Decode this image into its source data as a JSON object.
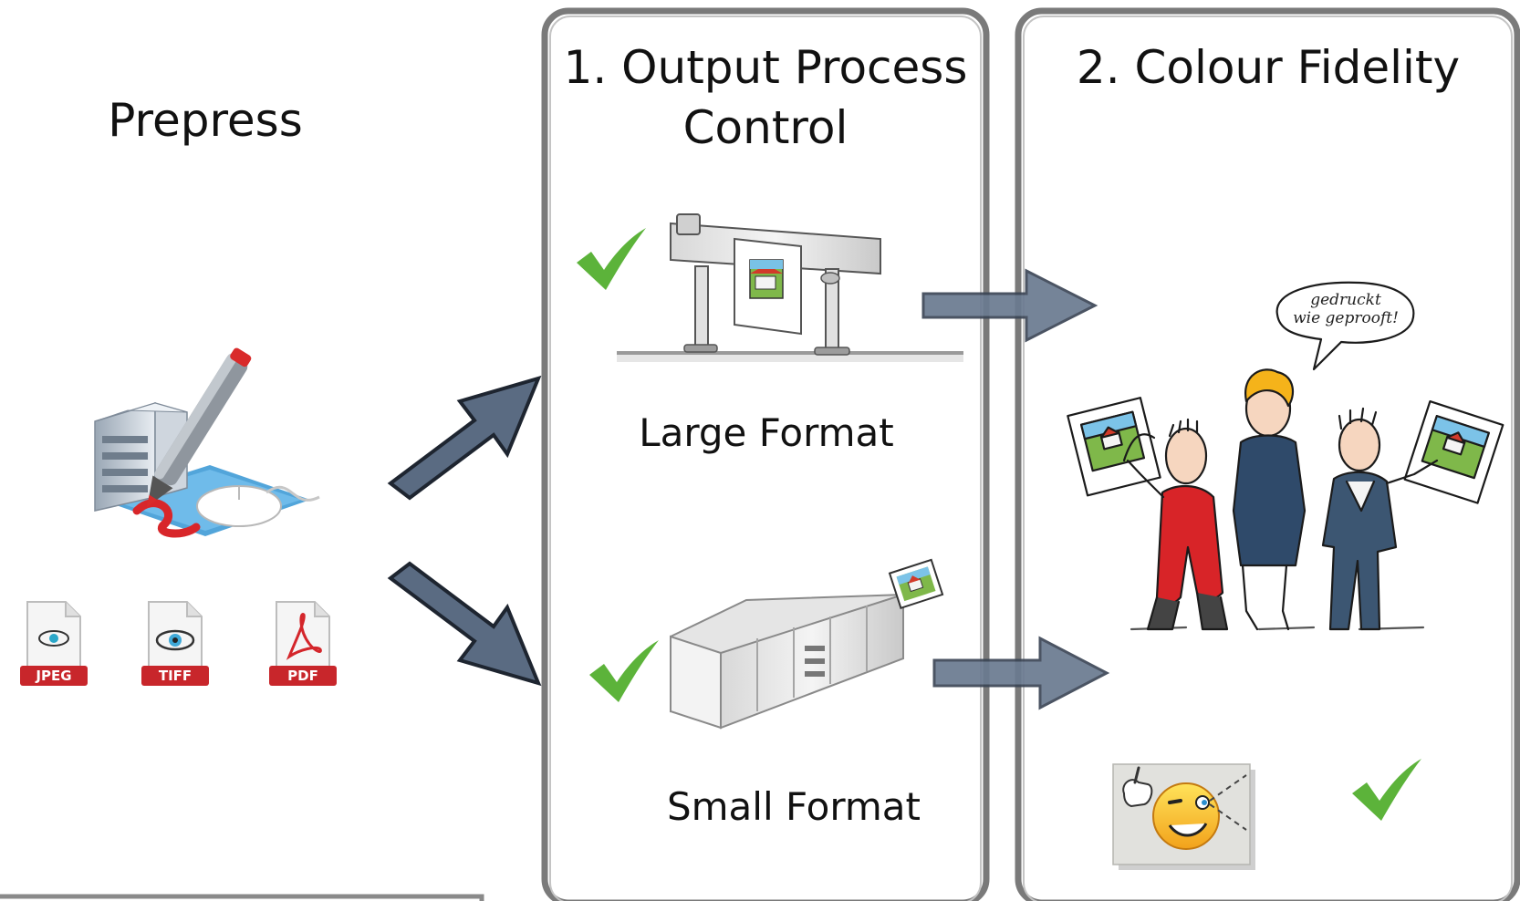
{
  "columns": {
    "prepress": {
      "title": "Prepress"
    },
    "output_process_control": {
      "title_line1": "1. Output Process",
      "title_line2": "Control"
    },
    "colour_fidelity": {
      "title": "2. Colour Fidelity"
    }
  },
  "printers": {
    "large_format": {
      "label": "Large Format",
      "checked": true
    },
    "small_format": {
      "label": "Small Format",
      "checked": true
    }
  },
  "file_types": [
    "JPEG",
    "TIFF",
    "PDF"
  ],
  "cartoon_speech_line1": "gedruckt",
  "cartoon_speech_line2": "wie geprooft!",
  "colour_fidelity_checked": true,
  "colors": {
    "arrow_fill": "#5a6b82",
    "arrow_stroke": "#1e2530",
    "check_green": "#5cb33a",
    "panel_border": "#777777",
    "badge_red": "#c8262b"
  },
  "icons": [
    "design-app-icon",
    "jpeg-file-icon",
    "tiff-file-icon",
    "pdf-file-icon",
    "large-format-printer-icon",
    "small-format-printer-icon",
    "cartoon-people-illustration",
    "winking-smiley-icon"
  ]
}
